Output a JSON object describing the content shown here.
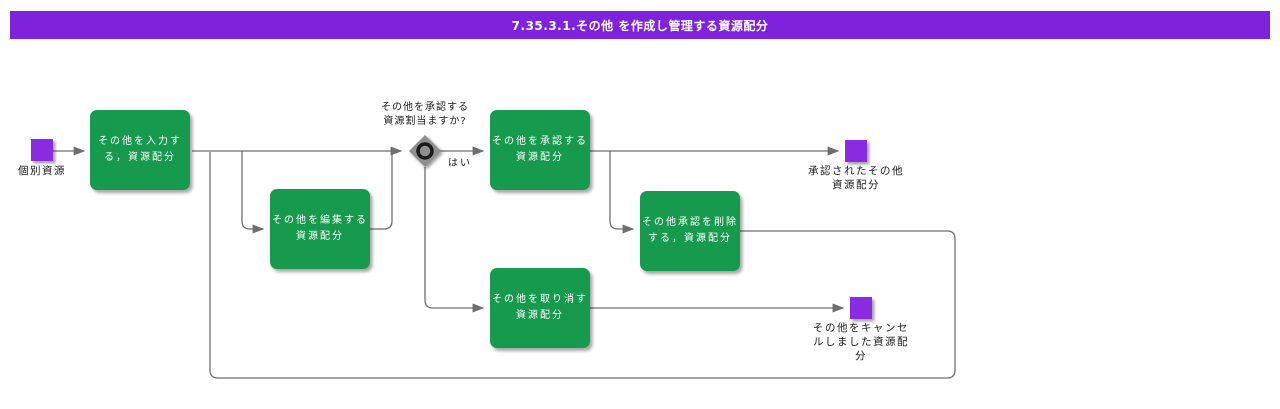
{
  "title": "7.35.3.1.その他 を作成し管理する資源配分",
  "colors": {
    "title_bar_purple": "#7e22dc",
    "event_purple": "#8a2be2",
    "task_green": "#169a4d",
    "connector_gray": "#6e6e6e",
    "diamond_gray": "#8f8f8f"
  },
  "nodes": {
    "start": {
      "label": "個別資源"
    },
    "task_input": {
      "label": "その他を入力す\nる，資源配分"
    },
    "task_edit": {
      "label": "その他を編集する\n資源配分"
    },
    "decision": {
      "question": "その他を承認する\n資源割当ますか?",
      "yes_label": "はい"
    },
    "task_approve": {
      "label": "その他を承認する\n資源配分"
    },
    "task_delete": {
      "label": "その他承認を削除\nする，資源配分"
    },
    "task_cancel": {
      "label": "その他を取り消す\n資源配分"
    },
    "end_approved": {
      "label": "承認されたその他\n資源配分"
    },
    "end_cancelled": {
      "label": "その他をキャンセ\nルしました資源配\n分"
    }
  }
}
